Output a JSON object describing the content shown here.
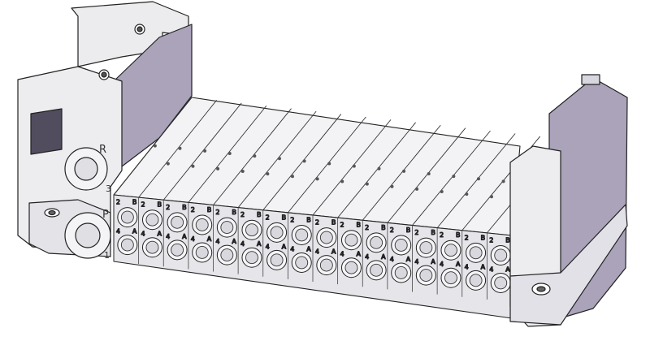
{
  "labels": {
    "port_r": "R",
    "port_p": "P",
    "port_3": "3",
    "port_1": "1",
    "valve_port_2": "2",
    "valve_port_4": "4",
    "valve_port_a": "A",
    "valve_port_b": "B"
  },
  "manifold": {
    "valve_stations": 16
  },
  "colors": {
    "background": "#ffffff",
    "body_light": "#f2f2f4",
    "body_shade": "#cfcdd6",
    "side_purple": "#a9a3b8",
    "outline": "#222222"
  }
}
